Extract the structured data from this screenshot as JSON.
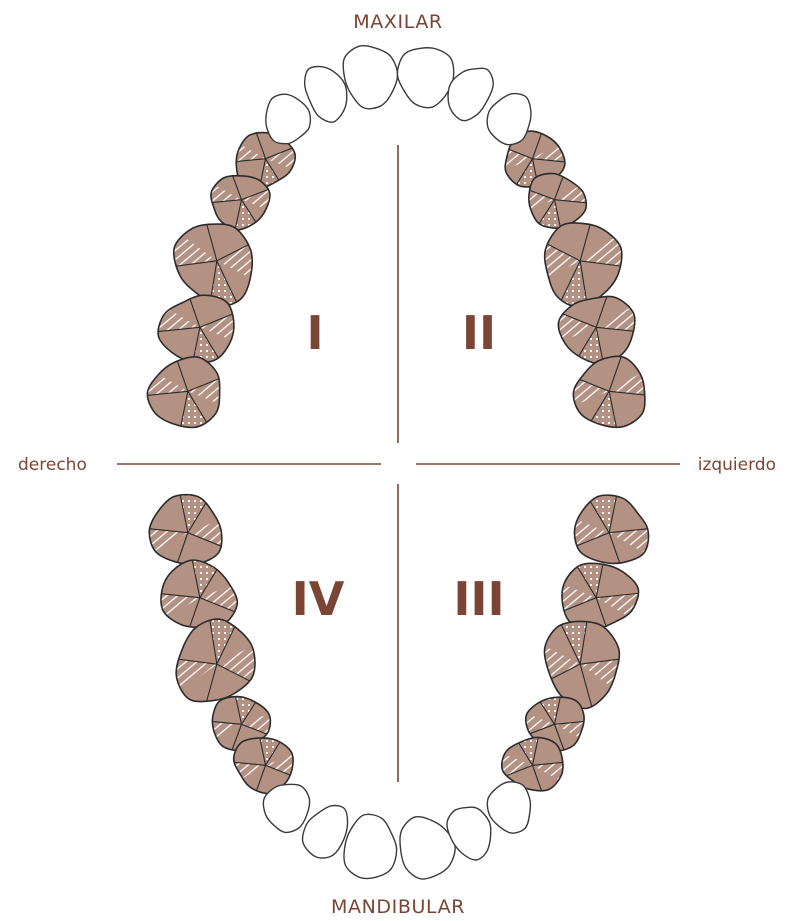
{
  "labels": {
    "maxilar": "MAXILAR",
    "mandibular": "MANDIBULAR",
    "derecho": "derecho",
    "izquierdo": "izquierdo"
  },
  "quadrants": {
    "q1": "I",
    "q2": "II",
    "q3": "III",
    "q4": "IV"
  },
  "colors": {
    "accent": "#7a4535",
    "tooth_fill": "#b39183",
    "tooth_stroke": "#2b2b2b",
    "outline_tooth": "#3a3a3a",
    "divider": "#7a4535"
  }
}
